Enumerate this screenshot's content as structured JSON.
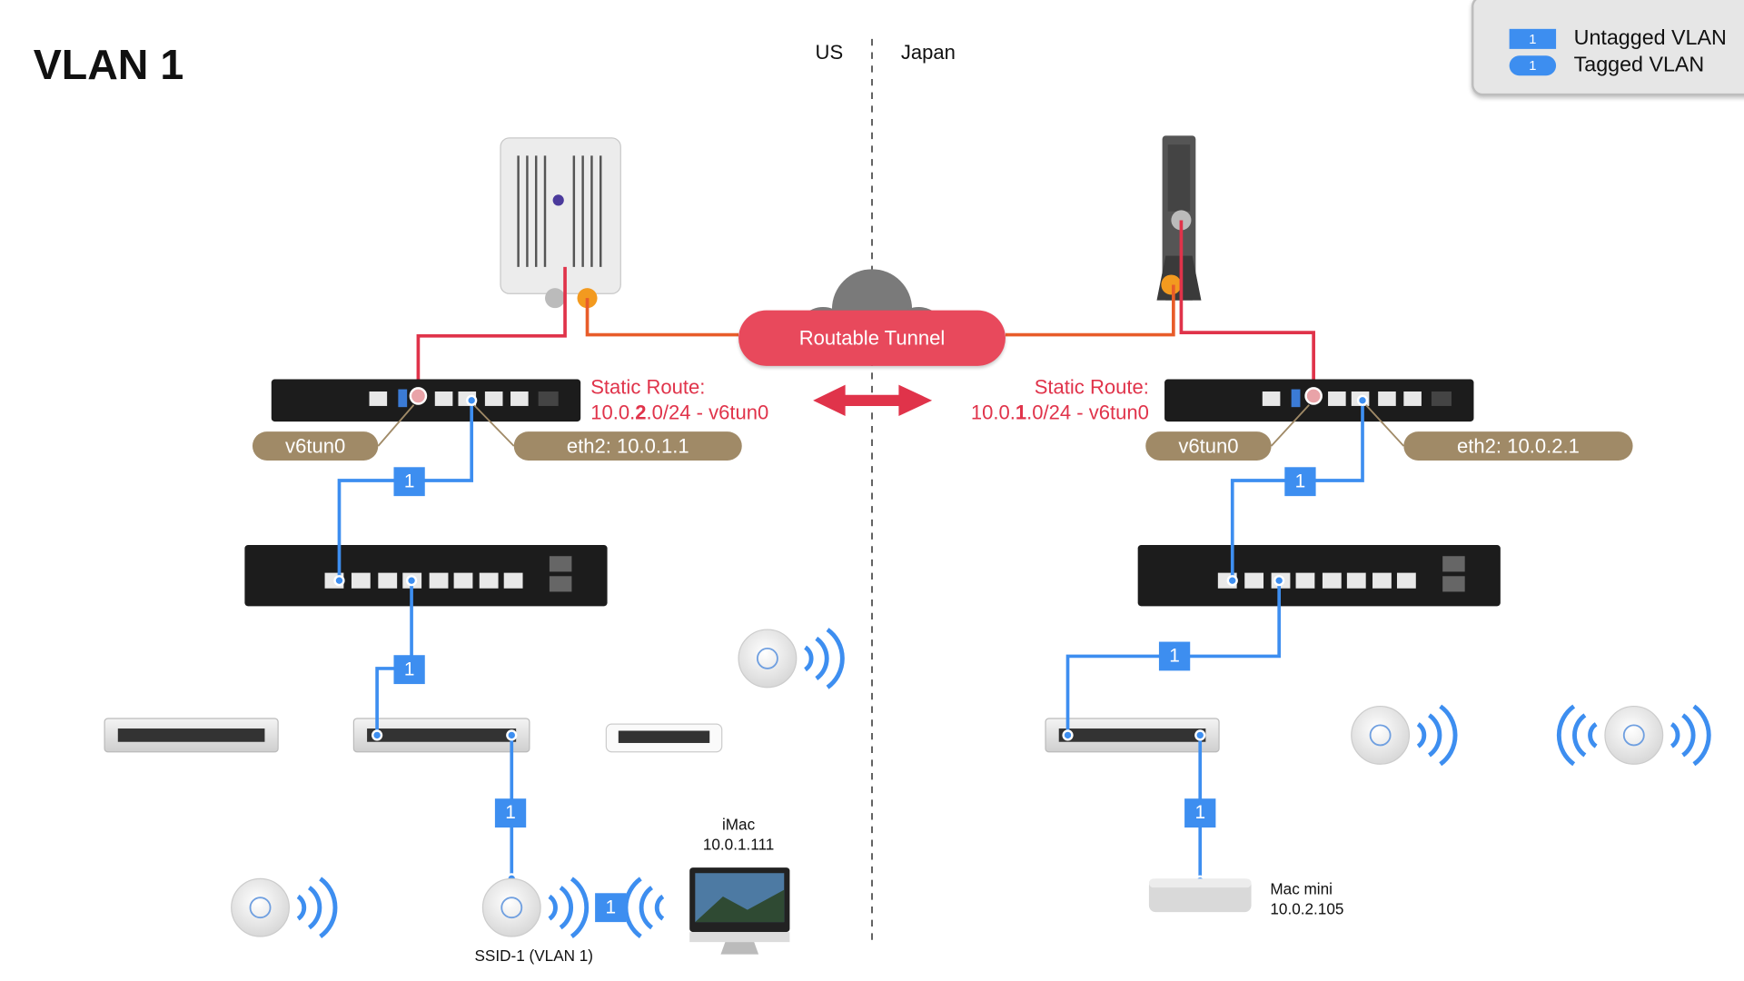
{
  "title": "VLAN 1",
  "regions": {
    "left": "US",
    "right": "Japan"
  },
  "legend": [
    {
      "badge": "1",
      "label": "Untagged VLAN"
    },
    {
      "badge": "1",
      "label": "Tagged VLAN"
    }
  ],
  "tunnel": {
    "label": "Routable Tunnel"
  },
  "us": {
    "route_title": "Static Route:",
    "route_pre": "10.0.",
    "route_bold": "2",
    "route_post": ".0/24 - v6tun0",
    "pill_tun": "v6tun0",
    "pill_eth": "eth2: 10.0.1.1",
    "vlan_tags": [
      "1",
      "1",
      "1",
      "1"
    ],
    "ap_ssid": "SSID-1 (VLAN 1)",
    "imac_name": "iMac",
    "imac_ip": "10.0.1.111"
  },
  "jp": {
    "route_title": "Static Route:",
    "route_pre": "10.0.",
    "route_bold": "1",
    "route_post": ".0/24 - v6tun0",
    "pill_tun": "v6tun0",
    "pill_eth": "eth2: 10.0.2.1",
    "vlan_tags": [
      "1",
      "1",
      "1"
    ],
    "macmini_name": "Mac mini",
    "macmini_ip": "10.0.2.105"
  },
  "colors": {
    "vlan": "#3d8ef0",
    "tunnel": "#e8495c",
    "wan": "#e85c2a",
    "pill": "#a08a67",
    "route_text": "#e0334a"
  }
}
